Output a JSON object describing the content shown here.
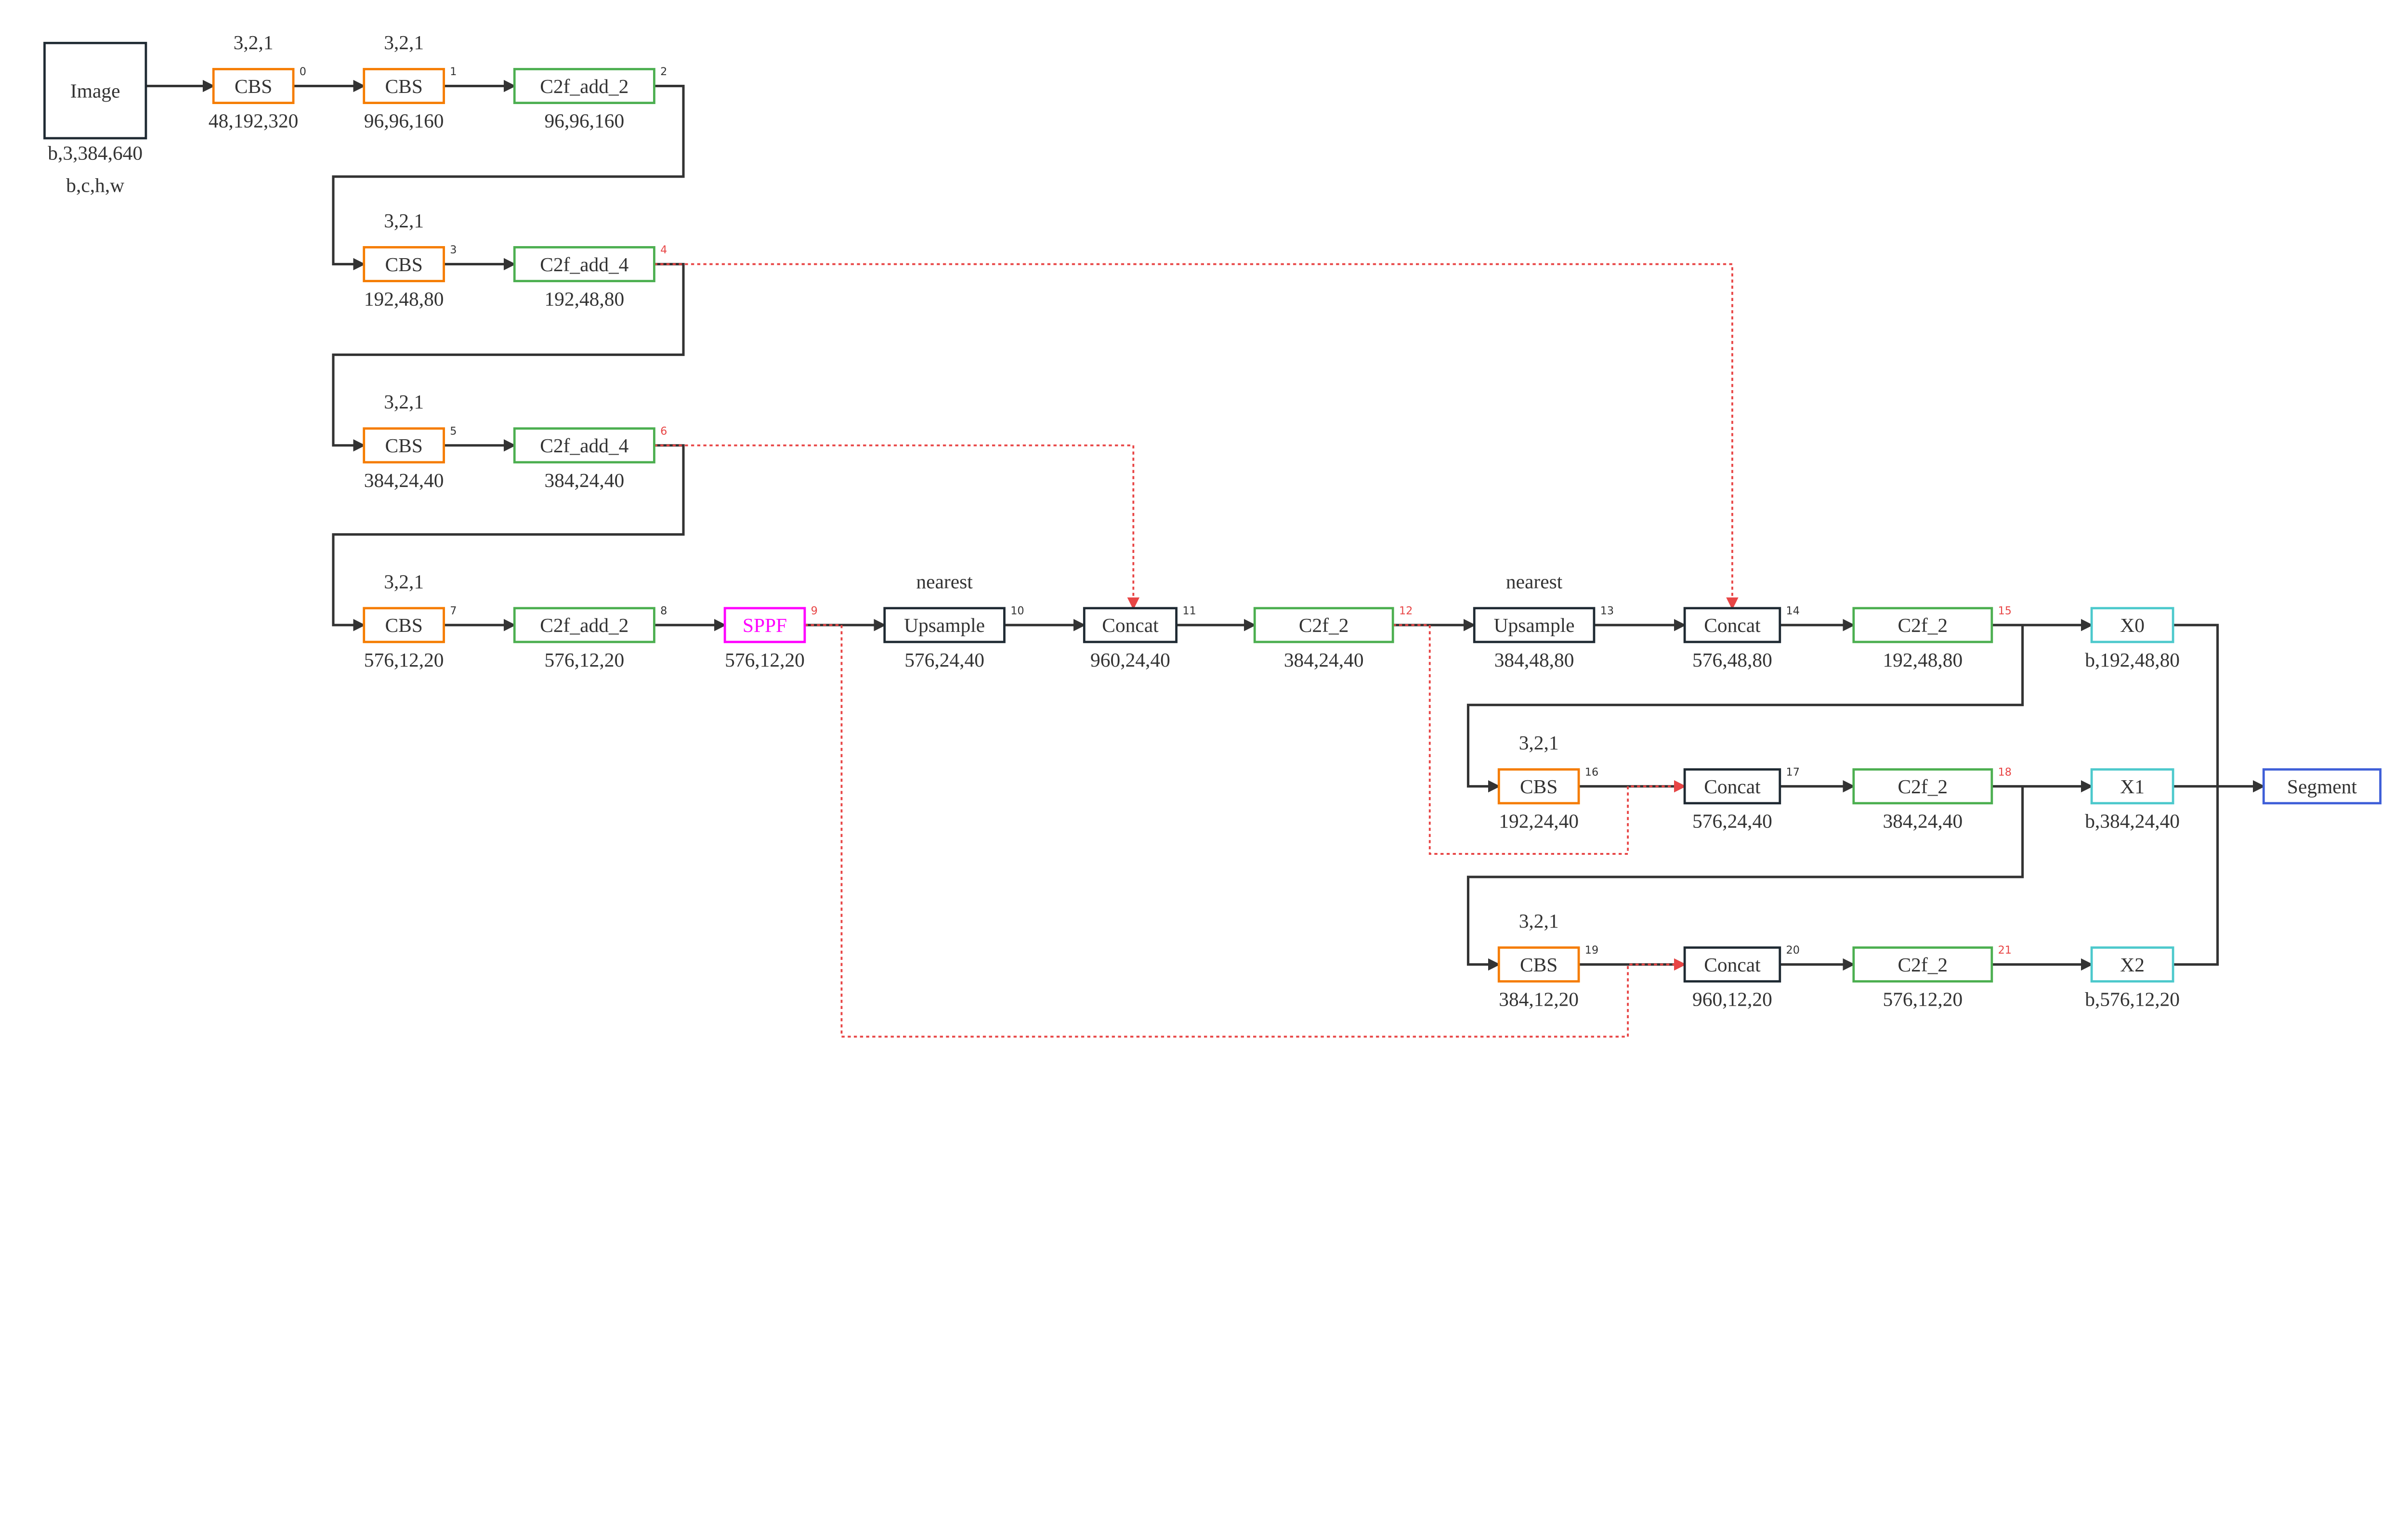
{
  "colors": {
    "cbs": "#F57C00",
    "c2f": "#4CAF50",
    "plain": "#1F2A33",
    "sppf": "#FF00FF",
    "output": "#4DC9CC",
    "head": "#3F5FD8",
    "skip": "#E84545",
    "line": "#333333"
  },
  "nodes": [
    {
      "label": "Image",
      "type": "plain",
      "top": "",
      "bottom": "b,3,384,640",
      "bottom2": "b,c,h,w",
      "index": "",
      "index_red": false
    },
    {
      "label": "CBS",
      "type": "cbs",
      "top": "3,2,1",
      "bottom": "48,192,320",
      "index": "0",
      "index_red": false
    },
    {
      "label": "CBS",
      "type": "cbs",
      "top": "3,2,1",
      "bottom": "96,96,160",
      "index": "1",
      "index_red": false
    },
    {
      "label": "C2f_add_2",
      "type": "c2f",
      "top": "",
      "bottom": "96,96,160",
      "index": "2",
      "index_red": false
    },
    {
      "label": "CBS",
      "type": "cbs",
      "top": "3,2,1",
      "bottom": "192,48,80",
      "index": "3",
      "index_red": false
    },
    {
      "label": "C2f_add_4",
      "type": "c2f",
      "top": "",
      "bottom": "192,48,80",
      "index": "4",
      "index_red": true
    },
    {
      "label": "CBS",
      "type": "cbs",
      "top": "3,2,1",
      "bottom": "384,24,40",
      "index": "5",
      "index_red": false
    },
    {
      "label": "C2f_add_4",
      "type": "c2f",
      "top": "",
      "bottom": "384,24,40",
      "index": "6",
      "index_red": true
    },
    {
      "label": "CBS",
      "type": "cbs",
      "top": "3,2,1",
      "bottom": "576,12,20",
      "index": "7",
      "index_red": false
    },
    {
      "label": "C2f_add_2",
      "type": "c2f",
      "top": "",
      "bottom": "576,12,20",
      "index": "8",
      "index_red": false
    },
    {
      "label": "SPPF",
      "type": "sppf",
      "top": "",
      "bottom": "576,12,20",
      "index": "9",
      "index_red": true
    },
    {
      "label": "Upsample",
      "type": "plain",
      "top": "nearest",
      "bottom": "576,24,40",
      "index": "10",
      "index_red": false
    },
    {
      "label": "Concat",
      "type": "plain",
      "top": "",
      "bottom": "960,24,40",
      "index": "11",
      "index_red": false
    },
    {
      "label": "C2f_2",
      "type": "c2f",
      "top": "",
      "bottom": "384,24,40",
      "index": "12",
      "index_red": true
    },
    {
      "label": "Upsample",
      "type": "plain",
      "top": "nearest",
      "bottom": "384,48,80",
      "index": "13",
      "index_red": false
    },
    {
      "label": "Concat",
      "type": "plain",
      "top": "",
      "bottom": "576,48,80",
      "index": "14",
      "index_red": false
    },
    {
      "label": "C2f_2",
      "type": "c2f",
      "top": "",
      "bottom": "192,48,80",
      "index": "15",
      "index_red": true
    },
    {
      "label": "X0",
      "type": "output",
      "top": "",
      "bottom": "b,192,48,80",
      "index": "",
      "index_red": false
    },
    {
      "label": "CBS",
      "type": "cbs",
      "top": "3,2,1",
      "bottom": "192,24,40",
      "index": "16",
      "index_red": false
    },
    {
      "label": "Concat",
      "type": "plain",
      "top": "",
      "bottom": "576,24,40",
      "index": "17",
      "index_red": false
    },
    {
      "label": "C2f_2",
      "type": "c2f",
      "top": "",
      "bottom": "384,24,40",
      "index": "18",
      "index_red": true
    },
    {
      "label": "X1",
      "type": "output",
      "top": "",
      "bottom": "b,384,24,40",
      "index": "",
      "index_red": false
    },
    {
      "label": "Segment",
      "type": "head",
      "top": "",
      "bottom": "",
      "index": "",
      "index_red": false
    },
    {
      "label": "CBS",
      "type": "cbs",
      "top": "3,2,1",
      "bottom": "384,12,20",
      "index": "19",
      "index_red": false
    },
    {
      "label": "Concat",
      "type": "plain",
      "top": "",
      "bottom": "960,12,20",
      "index": "20",
      "index_red": false
    },
    {
      "label": "C2f_2",
      "type": "c2f",
      "top": "",
      "bottom": "576,12,20",
      "index": "21",
      "index_red": true
    },
    {
      "label": "X2",
      "type": "output",
      "top": "",
      "bottom": "b,576,12,20",
      "index": "",
      "index_red": false
    }
  ]
}
